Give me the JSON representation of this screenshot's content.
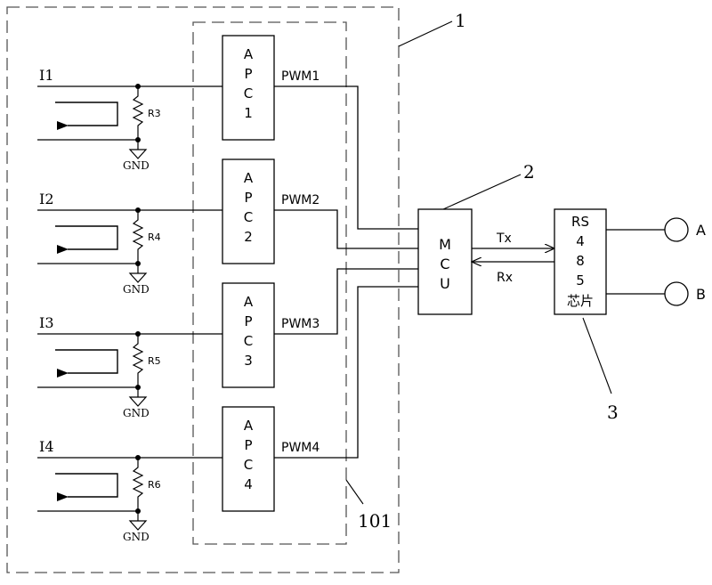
{
  "callouts": {
    "outer_box": "1",
    "mcu": "2",
    "rs485": "3",
    "inner_box": "101"
  },
  "channels": [
    {
      "input": "I1",
      "resistor": "R3",
      "ground": "GND",
      "apc": [
        "A",
        "P",
        "C",
        "1"
      ],
      "pwm": "PWM1"
    },
    {
      "input": "I2",
      "resistor": "R4",
      "ground": "GND",
      "apc": [
        "A",
        "P",
        "C",
        "2"
      ],
      "pwm": "PWM2"
    },
    {
      "input": "I3",
      "resistor": "R5",
      "ground": "GND",
      "apc": [
        "A",
        "P",
        "C",
        "3"
      ],
      "pwm": "PWM3"
    },
    {
      "input": "I4",
      "resistor": "R6",
      "ground": "GND",
      "apc": [
        "A",
        "P",
        "C",
        "4"
      ],
      "pwm": "PWM4"
    }
  ],
  "mcu": {
    "lines": [
      "M",
      "C",
      "U"
    ]
  },
  "signals": {
    "tx": "Tx",
    "rx": "Rx"
  },
  "rs485": {
    "lines": [
      "RS",
      "4",
      "8",
      "5",
      "芯片"
    ]
  },
  "terminals": {
    "a": "A",
    "b": "B"
  }
}
